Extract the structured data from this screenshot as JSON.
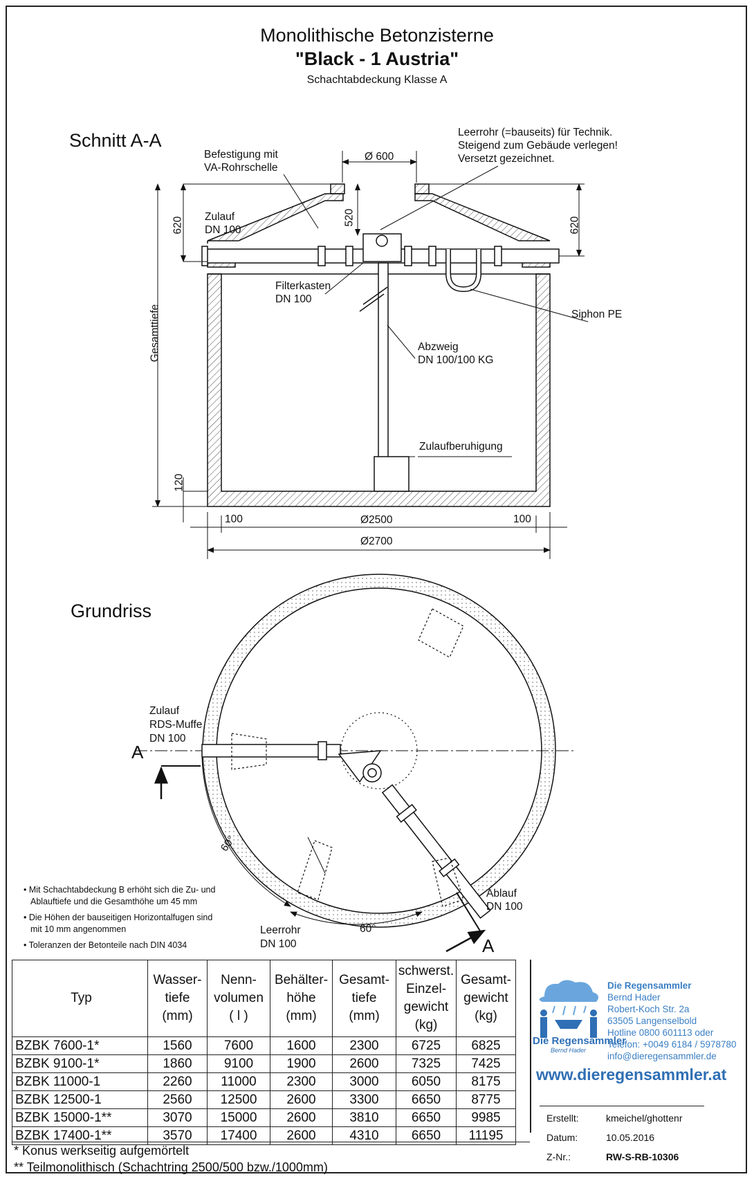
{
  "header": {
    "title": "Monolithische Betonzisterne",
    "subtitle": "\"Black - 1 Austria\"",
    "cover_class": "Schachtabdeckung Klasse A"
  },
  "section": {
    "title": "Schnitt A-A",
    "labels": {
      "befestigung": [
        "Befestigung mit",
        "VA-Rohrschelle"
      ],
      "leerrohr_top": [
        "Leerrohr (=bauseits) für Technik.",
        "Steigend zum Gebäude verlegen!",
        "Versetzt gezeichnet."
      ],
      "zulauf": [
        "Zulauf",
        "DN 100"
      ],
      "filterkasten": [
        "Filterkasten",
        "DN 100"
      ],
      "siphon": "Siphon PE",
      "abzweig": [
        "Abzweig",
        "DN 100/100 KG"
      ],
      "zulaufberuhigung": "Zulaufberuhigung"
    },
    "dims": {
      "d600": "Ø 600",
      "h520": "520",
      "h620_left": "620",
      "h620_right": "620",
      "gesamttiefe": "Gesamttiefe",
      "h120": "120",
      "wall_left": "100",
      "wall_right": "100",
      "d2500": "Ø2500",
      "d2700": "Ø2700"
    }
  },
  "plan": {
    "title": "Grundriss",
    "labels": {
      "zulauf": [
        "Zulauf",
        "RDS-Muffe",
        "DN 100"
      ],
      "a_left": "A",
      "a_right": "A",
      "angle_left": "60°",
      "angle_bottom": "60°",
      "ablauf": [
        "Ablauf",
        "DN 100"
      ],
      "leerrohr": [
        "Leerrohr",
        "DN 100"
      ]
    },
    "notes": [
      [
        "Mit Schachtabdeckung B erhöht sich  die Zu- und",
        "Ablauftiefe und die Gesamthöhe  um 45 mm"
      ],
      [
        "Die Höhen der bauseitigen Horizontalfugen  sind",
        "mit 10 mm angenommen"
      ],
      [
        "Toleranzen der Betonteile nach DIN 4034"
      ]
    ]
  },
  "table": {
    "headers": [
      [
        "Typ"
      ],
      [
        "Wasser-",
        "tiefe",
        "(mm)"
      ],
      [
        "Nenn-",
        "volumen",
        "( l )"
      ],
      [
        "Behälter-",
        "höhe",
        "(mm)"
      ],
      [
        "Gesamt-",
        "tiefe",
        "(mm)"
      ],
      [
        "schwerst.",
        "Einzel-",
        "gewicht",
        "(kg)"
      ],
      [
        "Gesamt-",
        "gewicht",
        "(kg)"
      ]
    ],
    "rows": [
      [
        "BZBK 7600-1*",
        "1560",
        "7600",
        "1600",
        "2300",
        "6725",
        "6825"
      ],
      [
        "BZBK 9100-1*",
        "1860",
        "9100",
        "1900",
        "2600",
        "7325",
        "7425"
      ],
      [
        "BZBK 11000-1",
        "2260",
        "11000",
        "2300",
        "3000",
        "6050",
        "8175"
      ],
      [
        "BZBK 12500-1",
        "2560",
        "12500",
        "2600",
        "3300",
        "6650",
        "8775"
      ],
      [
        "BZBK 15000-1**",
        "3070",
        "15000",
        "2600",
        "3810",
        "6650",
        "9985"
      ],
      [
        "BZBK 17400-1**",
        "3570",
        "17400",
        "2600",
        "4310",
        "6650",
        "11195"
      ]
    ],
    "footnotes": [
      "* Konus werkseitig aufgemörtelt",
      "** Teilmonolithisch (Schachtring 2500/500 bzw./1000mm)"
    ]
  },
  "company": {
    "name": "Die Regensammler",
    "person": "Bernd Hader",
    "street": "Robert-Koch Str. 2a",
    "city": "63505 Langenselbold",
    "hotline": "Hotline 0800 601113 oder",
    "phone": "Telefon: +0049 6184 / 5978780",
    "email": "info@dieregensammler.de",
    "logo_text": "Die Regensammler",
    "logo_sub": "Bernd Hader",
    "website": "www.dieregensammler.at",
    "accent": "#2f6fb5"
  },
  "titleblock": {
    "erstellt_label": "Erstellt:",
    "erstellt_value": "kmeichel/ghottenr",
    "datum_label": "Datum:",
    "datum_value": "10.05.2016",
    "znr_label": "Z-Nr.:",
    "znr_value": "RW-S-RB-10306"
  }
}
